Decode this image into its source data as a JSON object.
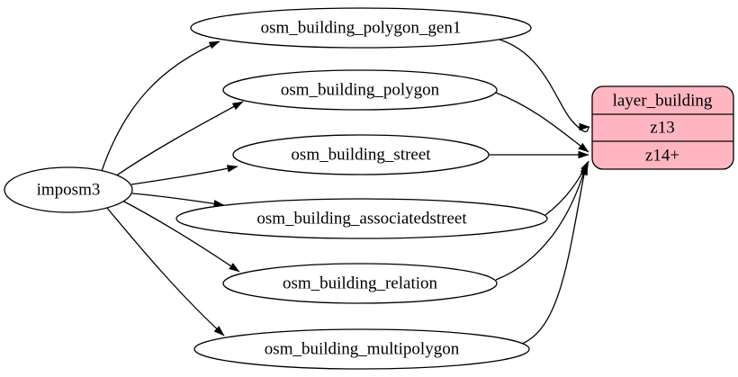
{
  "diagram": {
    "type": "etl-graph",
    "colors": {
      "background": "#ffffff",
      "node_fill": "#ffffff",
      "edge_stroke": "#000000",
      "layer_fill": "#ffb6c1"
    },
    "source": {
      "label": "imposm3"
    },
    "tables": [
      {
        "label": "osm_building_polygon_gen1"
      },
      {
        "label": "osm_building_polygon"
      },
      {
        "label": "osm_building_street"
      },
      {
        "label": "osm_building_associatedstreet"
      },
      {
        "label": "osm_building_relation"
      },
      {
        "label": "osm_building_multipolygon"
      }
    ],
    "layer": {
      "title": "layer_building",
      "rows": [
        "z13",
        "z14+"
      ]
    },
    "edges": [
      {
        "from": "imposm3",
        "to": "osm_building_polygon_gen1"
      },
      {
        "from": "imposm3",
        "to": "osm_building_polygon"
      },
      {
        "from": "imposm3",
        "to": "osm_building_street"
      },
      {
        "from": "imposm3",
        "to": "osm_building_associatedstreet"
      },
      {
        "from": "imposm3",
        "to": "osm_building_relation"
      },
      {
        "from": "imposm3",
        "to": "osm_building_multipolygon"
      },
      {
        "from": "osm_building_polygon_gen1",
        "to": "layer_building:z13"
      },
      {
        "from": "osm_building_polygon",
        "to": "layer_building:z14+"
      },
      {
        "from": "osm_building_street",
        "to": "layer_building:z14+"
      },
      {
        "from": "osm_building_associatedstreet",
        "to": "layer_building:z14+"
      },
      {
        "from": "osm_building_relation",
        "to": "layer_building:z14+"
      },
      {
        "from": "osm_building_multipolygon",
        "to": "layer_building:z14+"
      }
    ]
  }
}
